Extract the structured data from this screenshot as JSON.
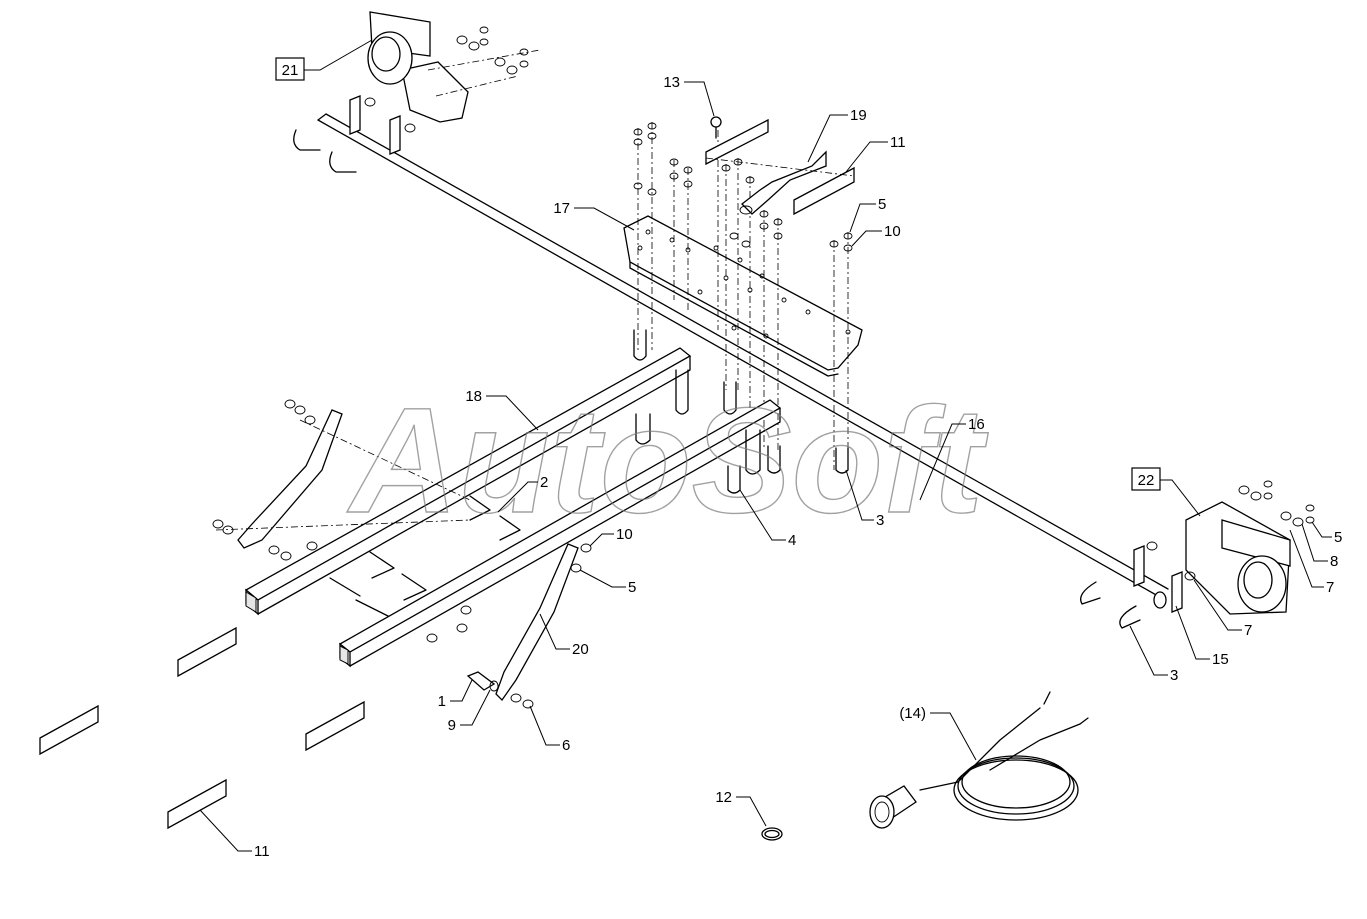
{
  "watermark": "AutoSoft",
  "callouts": [
    {
      "id": "c1",
      "label": "1"
    },
    {
      "id": "c2",
      "label": "2"
    },
    {
      "id": "c3a",
      "label": "3"
    },
    {
      "id": "c3b",
      "label": "3"
    },
    {
      "id": "c4",
      "label": "4"
    },
    {
      "id": "c5a",
      "label": "5"
    },
    {
      "id": "c5b",
      "label": "5"
    },
    {
      "id": "c5c",
      "label": "5"
    },
    {
      "id": "c6",
      "label": "6"
    },
    {
      "id": "c7a",
      "label": "7"
    },
    {
      "id": "c7b",
      "label": "7"
    },
    {
      "id": "c8",
      "label": "8"
    },
    {
      "id": "c9",
      "label": "9"
    },
    {
      "id": "c10a",
      "label": "10"
    },
    {
      "id": "c10b",
      "label": "10"
    },
    {
      "id": "c11a",
      "label": "11"
    },
    {
      "id": "c11b",
      "label": "11"
    },
    {
      "id": "c12",
      "label": "12"
    },
    {
      "id": "c13",
      "label": "13"
    },
    {
      "id": "c14",
      "label": "(14)"
    },
    {
      "id": "c15",
      "label": "15"
    },
    {
      "id": "c16",
      "label": "16"
    },
    {
      "id": "c17",
      "label": "17"
    },
    {
      "id": "c18",
      "label": "18"
    },
    {
      "id": "c19",
      "label": "19"
    },
    {
      "id": "c20",
      "label": "20"
    },
    {
      "id": "c21",
      "label": "21"
    },
    {
      "id": "c22",
      "label": "22"
    }
  ]
}
